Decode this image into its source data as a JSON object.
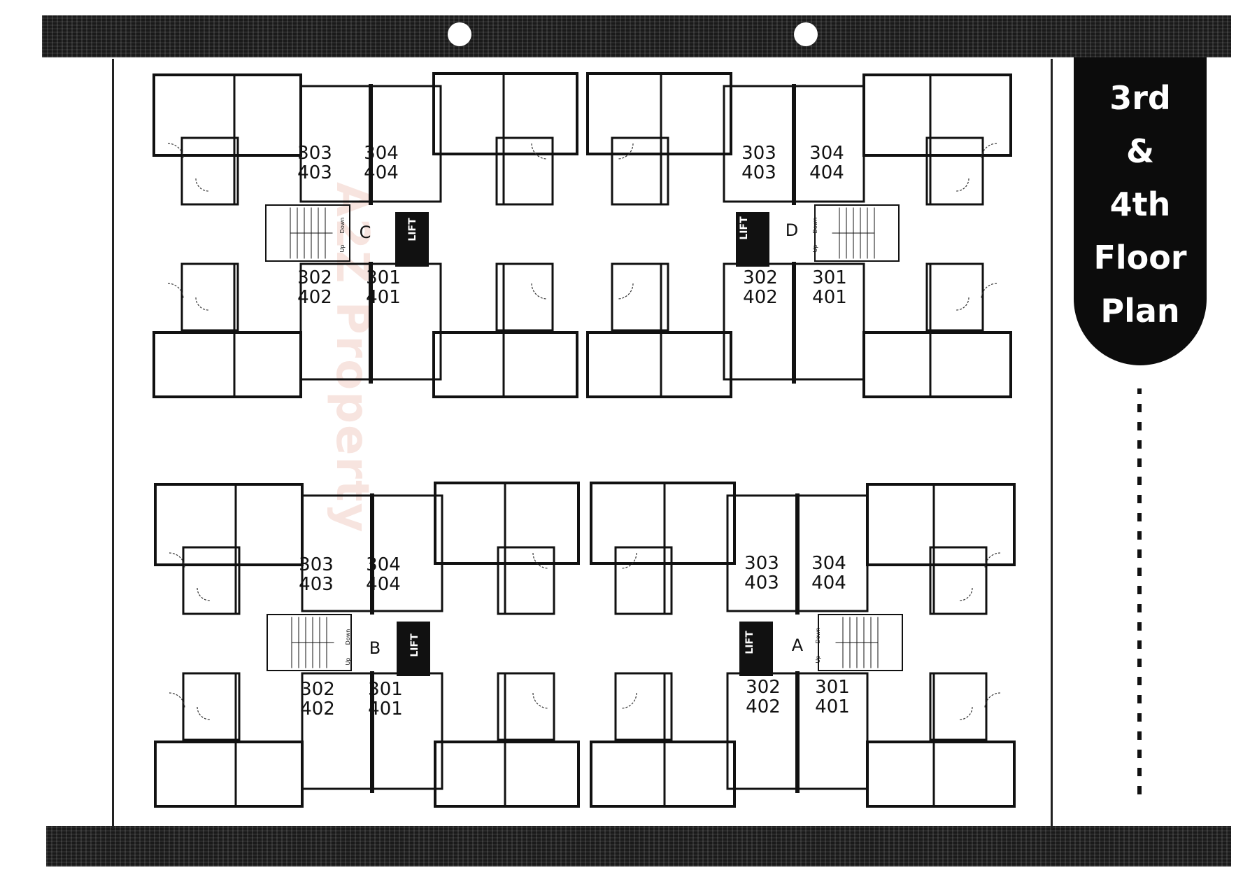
{
  "title": {
    "text": "3rd\n&\n4th\nFloor\nPlan"
  },
  "watermark": {
    "text": "A2Z Property"
  },
  "blocks": [
    {
      "letter": "C",
      "lift_label": "LIFT",
      "stair_down": "Down",
      "stair_up": "Up",
      "units": {
        "top_left": "303\n403",
        "top_right": "304\n404",
        "bottom_left": "302\n402",
        "bottom_right": "301\n401"
      }
    },
    {
      "letter": "D",
      "lift_label": "LIFT",
      "stair_down": "Down",
      "stair_up": "Up",
      "units": {
        "top_left": "303\n403",
        "top_right": "304\n404",
        "bottom_left": "302\n402",
        "bottom_right": "301\n401"
      }
    },
    {
      "letter": "B",
      "lift_label": "LIFT",
      "stair_down": "Down",
      "stair_up": "Up",
      "units": {
        "top_left": "303\n403",
        "top_right": "304\n404",
        "bottom_left": "302\n402",
        "bottom_right": "301\n401"
      }
    },
    {
      "letter": "A",
      "lift_label": "LIFT",
      "stair_down": "Down",
      "stair_up": "Up",
      "units": {
        "top_left": "303\n403",
        "top_right": "304\n404",
        "bottom_left": "302\n402",
        "bottom_right": "301\n401"
      }
    }
  ]
}
